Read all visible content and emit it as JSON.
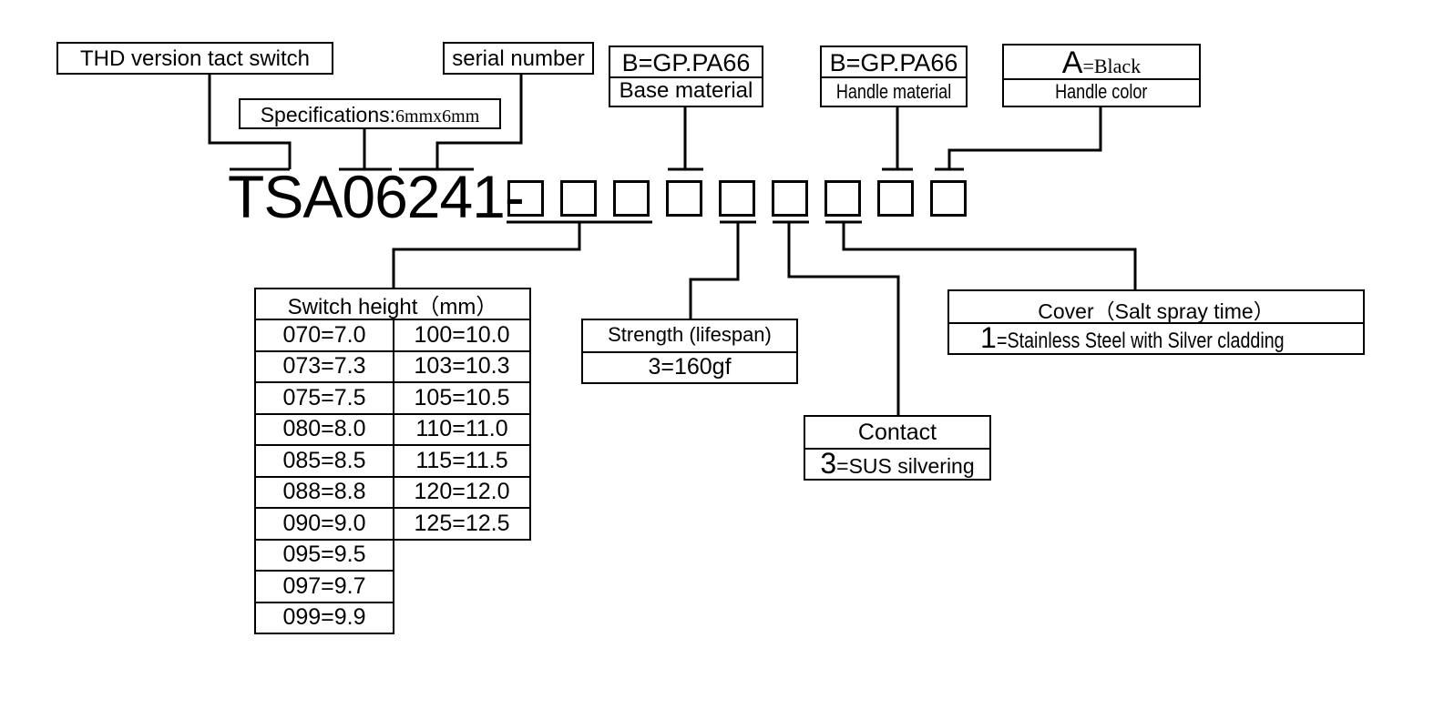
{
  "code": {
    "prefix": "TSA06241-"
  },
  "labels": {
    "version": "THD version tact switch",
    "serial": "serial number",
    "specifications_label": "Specifications:",
    "specifications_value": "6mmx6mm"
  },
  "base_material": {
    "code": "B=GP.PA66",
    "title": "Base material"
  },
  "handle_material": {
    "code": "B=GP.PA66",
    "title": "Handle material"
  },
  "handle_color": {
    "code_letter": "A",
    "code_rest": "=Black",
    "title": "Handle color"
  },
  "switch_height": {
    "title": "Switch height（mm）",
    "left_column": [
      "070=7.0",
      "073=7.3",
      "075=7.5",
      "080=8.0",
      "085=8.5",
      "088=8.8",
      "090=9.0",
      "095=9.5",
      "097=9.7",
      "099=9.9"
    ],
    "right_column": [
      "100=10.0",
      "103=10.3",
      "105=10.5",
      "110=11.0",
      "115=11.5",
      "120=12.0",
      "125=12.5"
    ]
  },
  "strength": {
    "title": "Strength (lifespan)",
    "value": "3=160gf"
  },
  "contact": {
    "title": "Contact",
    "value_code": "3",
    "value_text": "=SUS silvering"
  },
  "cover": {
    "title": "Cover（Salt spray time）",
    "value_code": "1",
    "value_text": "=Stainless Steel with Silver cladding"
  }
}
